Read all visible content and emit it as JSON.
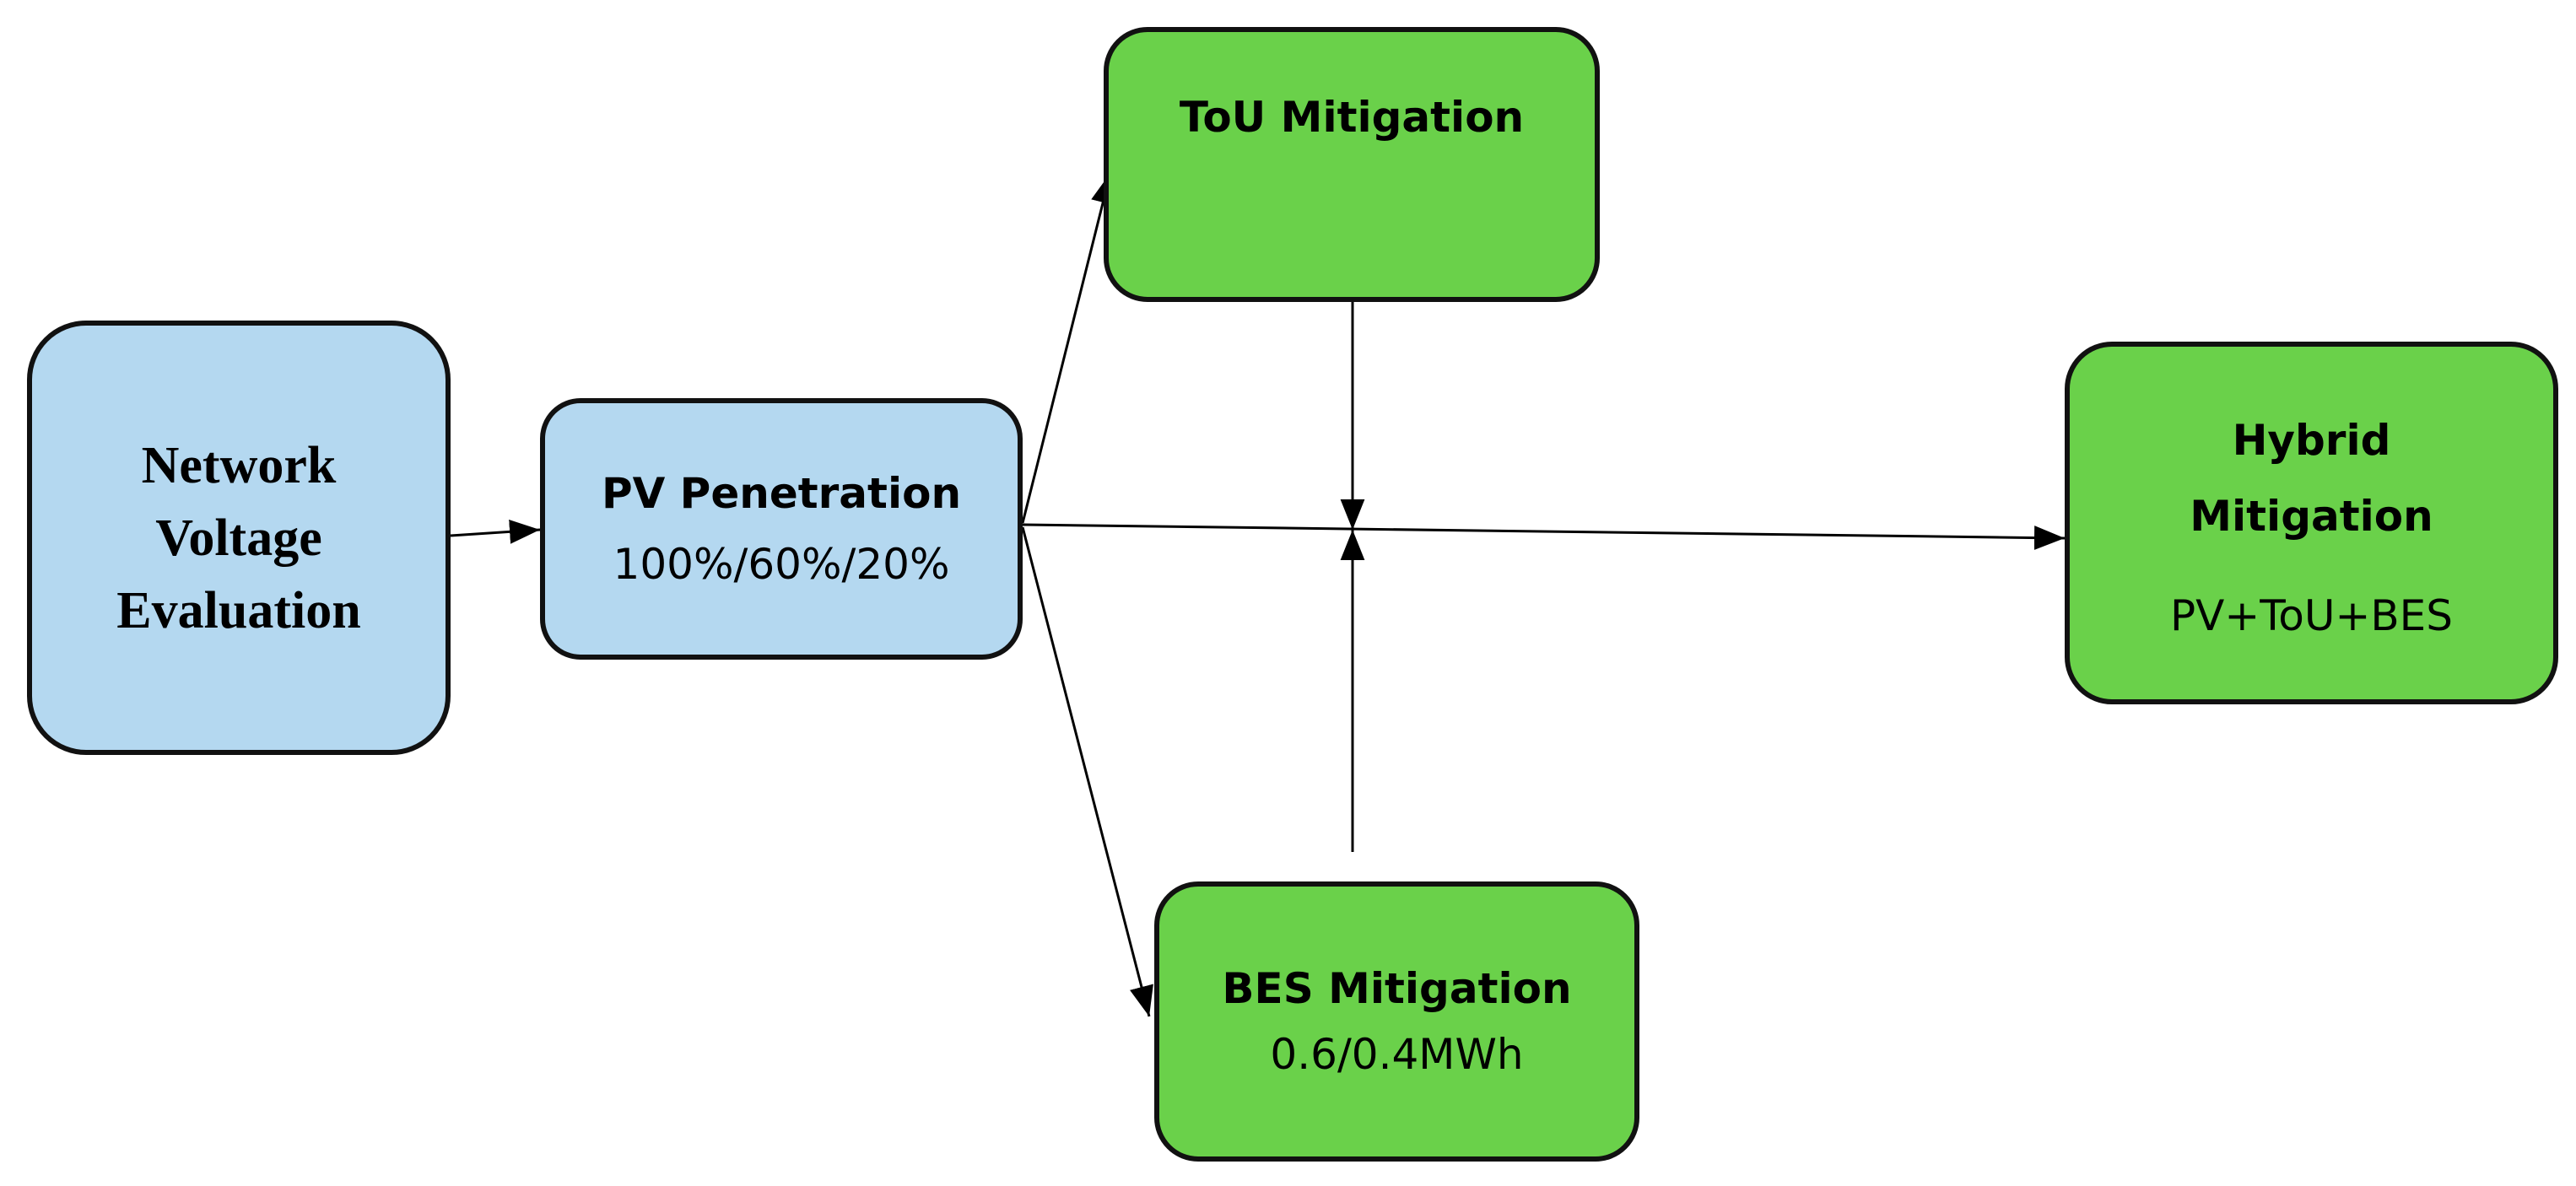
{
  "nodes": {
    "network": {
      "lines": [
        "Network",
        "Voltage",
        "Evaluation"
      ]
    },
    "pv": {
      "title": "PV Penetration",
      "subtitle": "100%/60%/20%"
    },
    "tou": {
      "title": "ToU Mitigation"
    },
    "bes": {
      "title": "BES Mitigation",
      "subtitle": "0.6/0.4MWh"
    },
    "hybrid": {
      "title_lines": [
        "Hybrid",
        "Mitigation"
      ],
      "subtitle": "PV+ToU+BES"
    }
  },
  "colors": {
    "blue_fill": "#b4d8f0",
    "green_fill": "#6ad14a",
    "border": "#111111",
    "arrow": "#000000"
  },
  "edges": [
    {
      "from": "network",
      "to": "pv"
    },
    {
      "from": "pv",
      "to": "tou"
    },
    {
      "from": "pv",
      "to": "bes"
    },
    {
      "from": "pv",
      "to": "hybrid"
    },
    {
      "from": "tou",
      "to": "junction"
    },
    {
      "from": "bes",
      "to": "junction"
    }
  ]
}
